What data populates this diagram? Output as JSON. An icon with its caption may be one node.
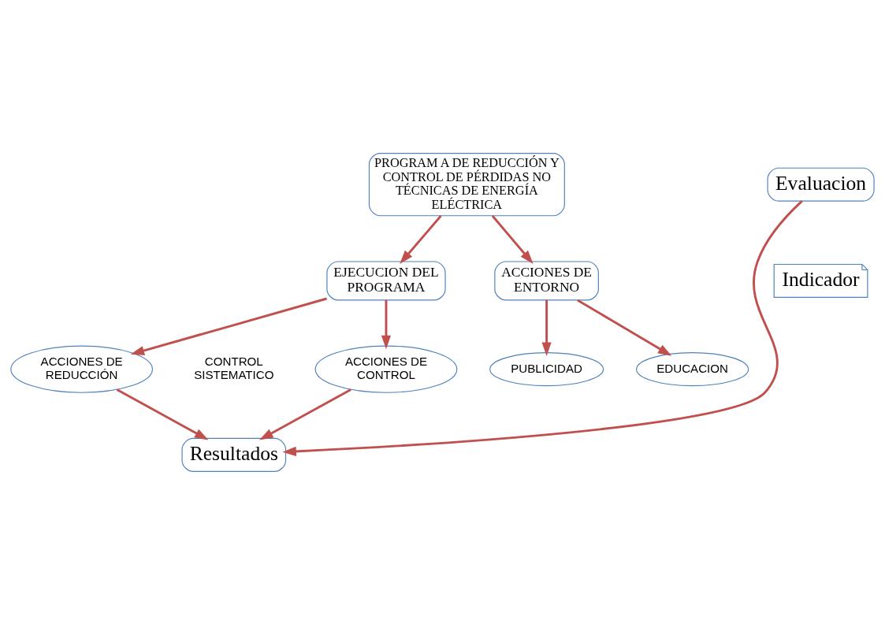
{
  "diagram": {
    "nodes": [
      {
        "text": [
          "PROGRAM A DE REDUCCIÓN Y CONTROL DE PÉRDIDAS NO TÉCNICAS DE ENERGÍA ELÉCTRICA"
        ]
      },
      {
        "text": [
          "EJECUCION DEL PROGRAMA"
        ]
      },
      {
        "text": [
          "ACCIONES DE ENTORNO"
        ]
      },
      {
        "text": [
          "ACCIONES DE REDUCCIÓN"
        ]
      },
      {
        "text": [
          "ACCIONES DE CONTROL"
        ]
      },
      {
        "text": [
          "PUBLICIDAD"
        ]
      },
      {
        "text": [
          "EDUCACION"
        ]
      },
      {
        "text": [
          "Resultados"
        ]
      },
      {
        "text": [
          "Evaluacion"
        ]
      },
      {
        "text": [
          "Indicador"
        ]
      }
    ],
    "edges": [
      {
        "from": 0,
        "to": 1,
        "arrow": "to"
      },
      {
        "from": 0,
        "to": 2,
        "arrow": "to"
      },
      {
        "from": 1,
        "to": 3,
        "arrow": "to"
      },
      {
        "from": 1,
        "to": 4,
        "arrow": "to"
      },
      {
        "from": 2,
        "to": 5,
        "arrow": "to"
      },
      {
        "from": 2,
        "to": 6,
        "arrow": "to"
      },
      {
        "from": 3,
        "to": 7,
        "arrow": "to"
      },
      {
        "from": 4,
        "to": 7,
        "arrow": "to"
      },
      {
        "from": 8,
        "to": 7,
        "arrow": "to"
      }
    ],
    "labels": [
      "CONTROL SISTEMATICO"
    ]
  }
}
